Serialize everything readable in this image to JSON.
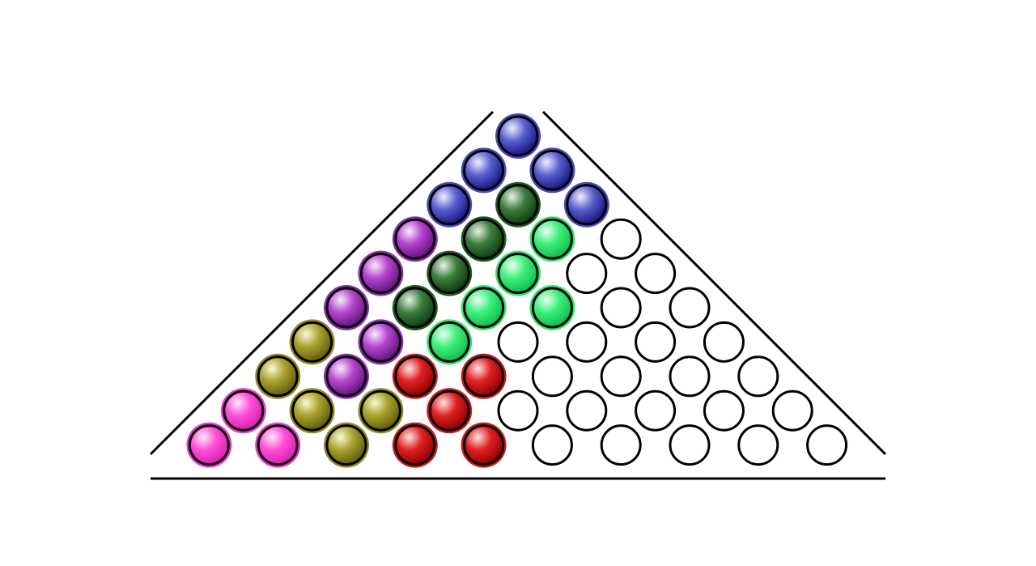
{
  "game": {
    "name": "triangular-peg-puzzle",
    "rows": 10,
    "palette": {
      "blue": {
        "hi": "#eef0ff",
        "mid": "#5a5fd0",
        "lo": "#12127a",
        "glow": "#4a4ab8"
      },
      "dgreen": {
        "hi": "#e6f2e6",
        "mid": "#3e7d3e",
        "lo": "#0b3a0b",
        "glow": "#1e5c1e"
      },
      "green": {
        "hi": "#eafff0",
        "mid": "#3cf07a",
        "lo": "#0fb94a",
        "glow": "#36e36f"
      },
      "purple": {
        "hi": "#fbeaff",
        "mid": "#b445cf",
        "lo": "#5e0f7a",
        "glow": "#8a2fb0"
      },
      "olive": {
        "hi": "#fbf9d8",
        "mid": "#a9a22c",
        "lo": "#5c580b",
        "glow": "#908a1f"
      },
      "pink": {
        "hi": "#ffe8fb",
        "mid": "#ff4fd8",
        "lo": "#d61cb0",
        "glow": "#e83cc9"
      },
      "red": {
        "hi": "#ffe4e4",
        "mid": "#e02020",
        "lo": "#8a0000",
        "glow": "#c21a1a"
      }
    },
    "board_rows": [
      [
        "blue"
      ],
      [
        "blue",
        "blue"
      ],
      [
        "blue",
        "dgreen",
        "blue"
      ],
      [
        "purple",
        "dgreen",
        "green",
        "empty"
      ],
      [
        "purple",
        "dgreen",
        "green",
        "empty",
        "empty"
      ],
      [
        "purple",
        "dgreen",
        "green",
        "green",
        "empty",
        "empty"
      ],
      [
        "olive",
        "purple",
        "green",
        "empty",
        "empty",
        "empty",
        "empty"
      ],
      [
        "olive",
        "purple",
        "red",
        "red",
        "empty",
        "empty",
        "empty",
        "empty"
      ],
      [
        "pink",
        "olive",
        "olive",
        "red",
        "empty",
        "empty",
        "empty",
        "empty",
        "empty"
      ],
      [
        "pink",
        "pink",
        "olive",
        "red",
        "red",
        "empty",
        "empty",
        "empty",
        "empty",
        "empty"
      ]
    ]
  }
}
